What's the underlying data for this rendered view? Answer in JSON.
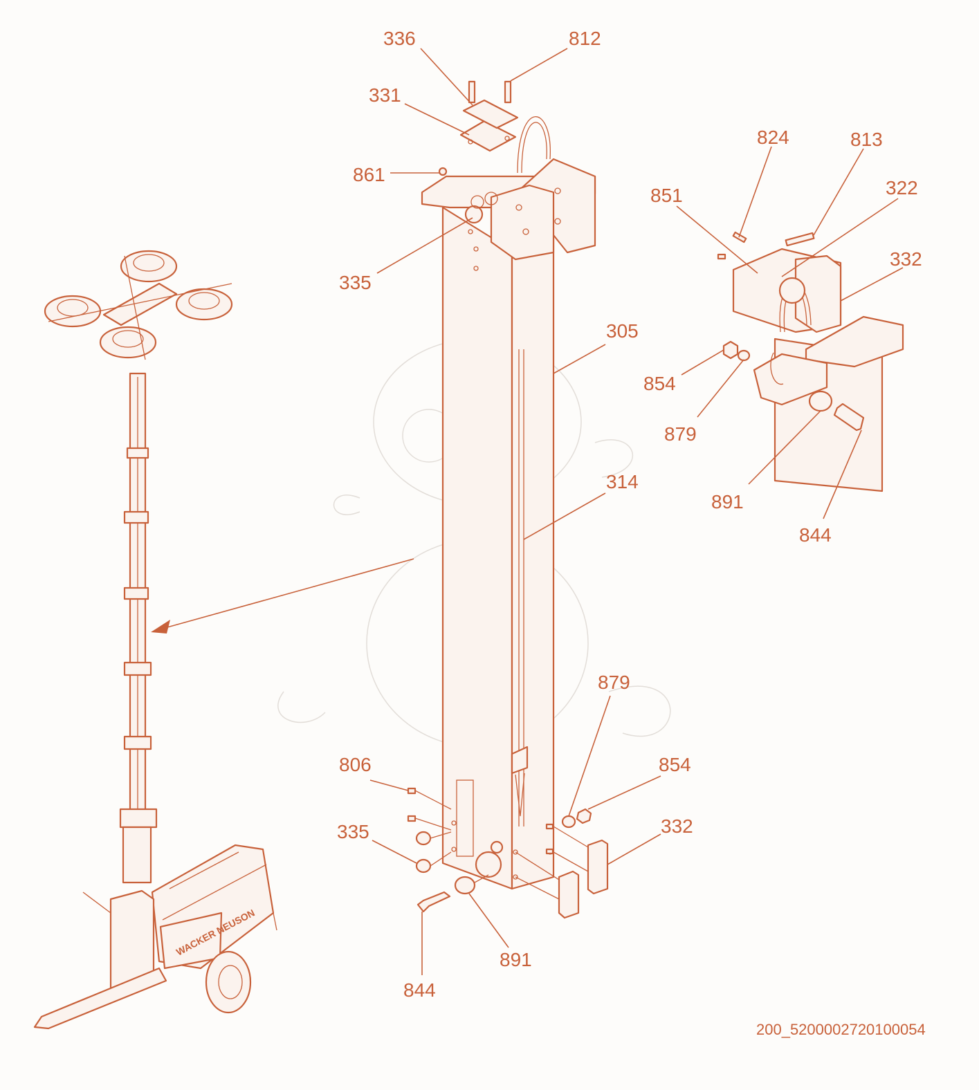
{
  "callouts": {
    "c336": "336",
    "c812": "812",
    "c331": "331",
    "c861": "861",
    "c335a": "335",
    "c305": "305",
    "c314": "314",
    "c824": "824",
    "c813": "813",
    "c851": "851",
    "c322": "322",
    "c332a": "332",
    "c854a": "854",
    "c879a": "879",
    "c891a": "891",
    "c844a": "844",
    "c879b": "879",
    "c806": "806",
    "c854b": "854",
    "c335b": "335",
    "c332b": "332",
    "c891b": "891",
    "c844b": "844"
  },
  "reference_code": "200_5200002720100054",
  "machine_branding": "WACKER NEUSON",
  "colors": {
    "line": "#c8613a",
    "background": "#fdfcfa",
    "watermark": "#e2ddd8"
  }
}
